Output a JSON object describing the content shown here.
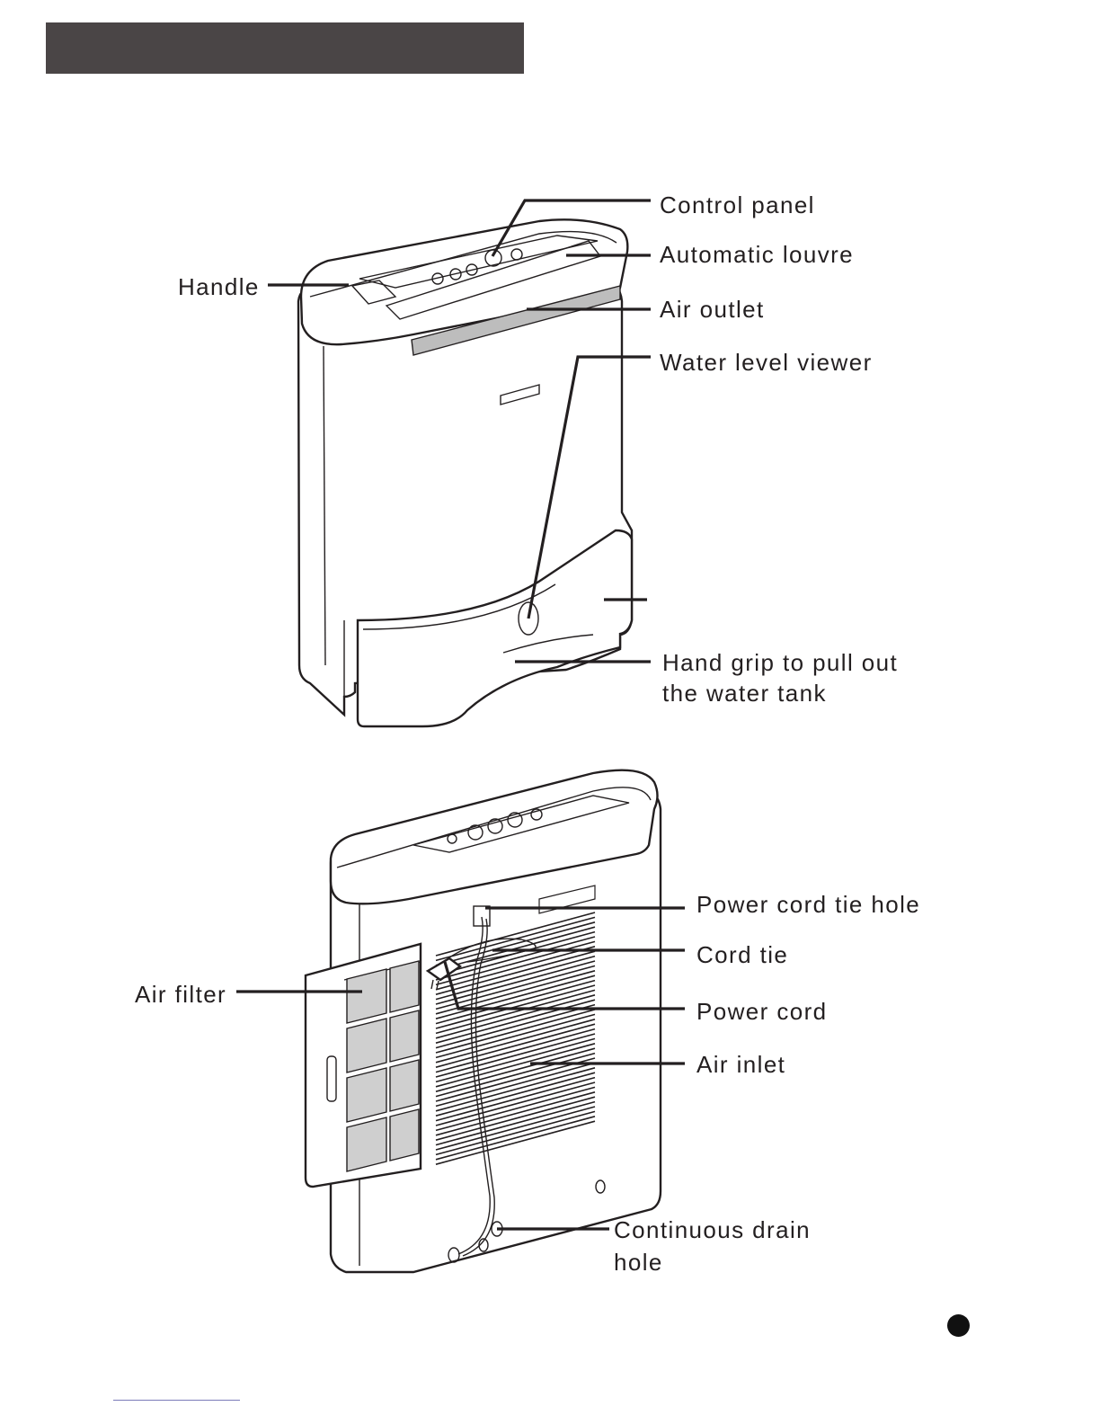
{
  "labels": {
    "control_panel": "Control panel",
    "automatic_louvre": "Automatic louvre",
    "air_outlet": "Air outlet",
    "water_level_viewer": "Water level viewer",
    "handle": "Handle",
    "hand_grip_line1": "Hand grip to pull out",
    "hand_grip_line2": "the water tank",
    "power_cord_tie_hole": "Power cord tie hole",
    "cord_tie": "Cord tie",
    "air_filter": "Air filter",
    "power_cord": "Power cord",
    "air_inlet": "Air inlet",
    "continuous_drain_line1": "Continuous drain",
    "continuous_drain_line2": "hole"
  },
  "colors": {
    "header_bar": "#4a4546",
    "line": "#231f20"
  }
}
